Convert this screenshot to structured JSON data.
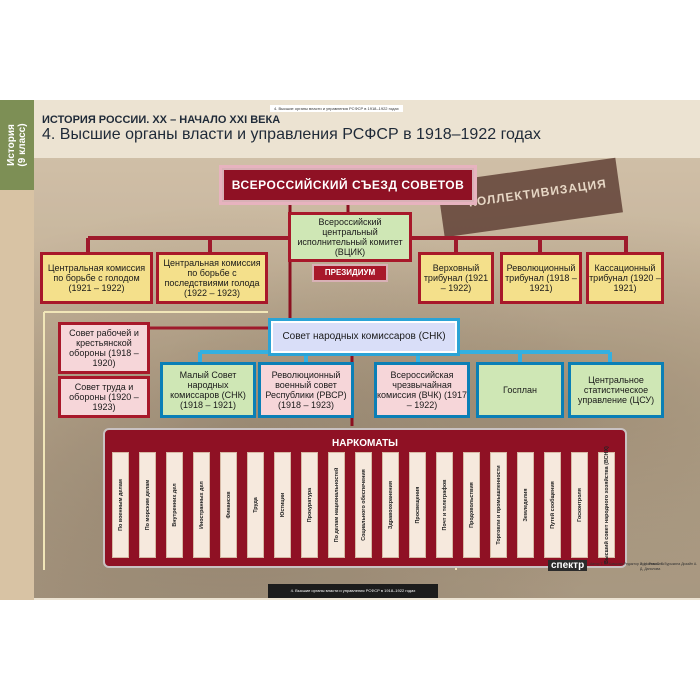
{
  "sidebar": {
    "subject": "История",
    "grade": "(9 класс)"
  },
  "header": {
    "series": "ИСТОРИЯ РОССИИ. XX – НАЧАЛО XXI ВЕКА",
    "small_caption": "4.   Высшие органы власти и управления РСФСР в 1918–1922 годах",
    "title": "4. Высшие органы власти и управления РСФСР в 1918–1922 годах"
  },
  "photo": {
    "banner_text": "КОЛЛЕКТИВИЗАЦИЯ"
  },
  "diagram": {
    "congress": "ВСЕРОССИЙСКИЙ СЪЕЗД СОВЕТОВ",
    "vtsik": "Всероссийский центральный исполнительный комитет (ВЦИК)",
    "presidium": "ПРЕЗИДИУМ",
    "famine": "Центральная комиссия по борьбе с голодом (1921 – 1922)",
    "famine_consequences": "Центральная комиссия по борьбе с последствиями голода (1922 – 1923)",
    "supreme_tribunal": "Верховный трибунал (1921 – 1922)",
    "rev_tribunal": "Революционный трибунал (1918 – 1921)",
    "cassation_tribunal": "Кассационный трибунал (1920 – 1921)",
    "workers_defense": "Совет рабочей и крестьянской обороны (1918 – 1920)",
    "labor_defense": "Совет труда и обороны (1920 – 1923)",
    "snk": "Совет народных комиссаров (СНК)",
    "small_snk": "Малый Совет народных комиссаров (СНК) (1918 – 1921)",
    "rvsr": "Революционный военный совет Республики (РВСР) (1918 – 1923)",
    "vchk": "Всероссийская чрезвычайная комиссия (ВЧК) (1917 – 1922)",
    "gosplan": "Госплан",
    "tsu": "Центральное статистическое управление (ЦСУ)",
    "narkomaty_title": "НАРКОМАТЫ",
    "narkomaty": [
      "По военным делам",
      "По морским делам",
      "Внутренних дел",
      "Иностранных дел",
      "Финансов",
      "Труда",
      "Юстиции",
      "Прокуратура",
      "По делам национальностей",
      "Социального обеспечения",
      "Здравоохранения",
      "Просвещения",
      "Почт и телеграфов",
      "Продовольствия",
      "Торговли и промышленности",
      "Земледелия",
      "Путей сообщения",
      "Госконтроля",
      "Высший совет народного хозяйства (ВСНХ)"
    ]
  },
  "footer": {
    "publisher_logo": "спектр",
    "caption": "4.   Высшие органы власти и управления РСФСР в 1918–1922 годах",
    "credits_left": "Автор Т. В. Ковшова   Редактор А. Н. Ревякина",
    "credits_right": "Художник С. Г. Бурыкина   Дизайн А. Д. Данилова"
  },
  "colors": {
    "frame_red": "#a8182a",
    "snk_blue": "#2ba3d5",
    "box_yellow": "#f4e08b",
    "box_green": "#cfe7b5",
    "box_pink": "#f6d6d9"
  }
}
